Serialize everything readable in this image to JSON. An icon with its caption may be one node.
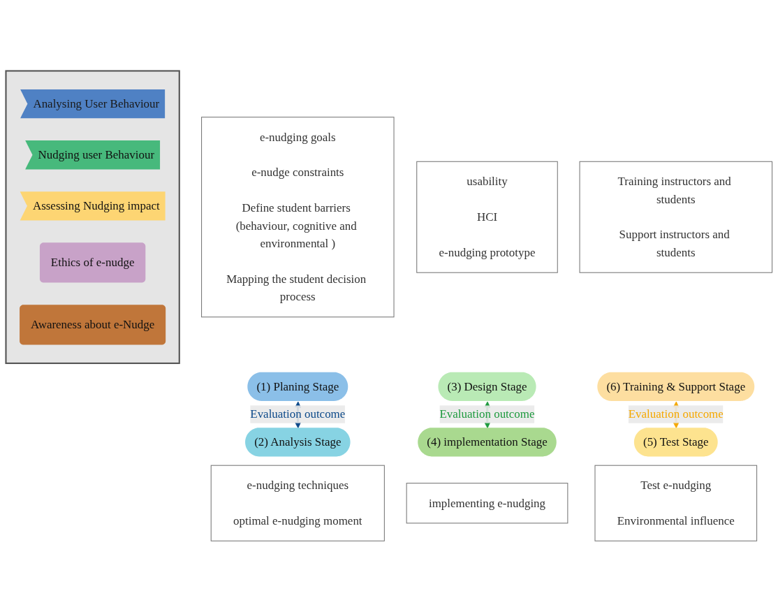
{
  "diagram": {
    "nodes": [
      {
        "text": [
          "(1) Planing Stage"
        ],
        "beside": [
          "e-nudging goals",
          "e-nudge constraints",
          "Define student barriers (behaviour, cognitive and environmental )",
          "Mapping the student decision process"
        ]
      },
      {
        "text": [
          "(2) Analysis Stage"
        ],
        "beside": [
          "e-nudging techniques",
          "optimal e-nudging moment"
        ]
      },
      {
        "text": [
          "(3) Design Stage"
        ],
        "beside": [
          "usability",
          "HCI",
          "e-nudging prototype"
        ]
      },
      {
        "text": [
          "(4) implementation Stage"
        ],
        "beside": [
          "implementing e-nudging"
        ]
      },
      {
        "text": [
          "(5) Test Stage"
        ],
        "beside": [
          "Test e-nudging",
          "Environmental influence"
        ]
      },
      {
        "text": [
          "(6) Training & Support Stage"
        ],
        "beside": [
          "Training instructors and students",
          "Support instructors and students"
        ]
      },
      {
        "text": [],
        "shape": "triangle"
      },
      {
        "text": [
          "Analysing User Behaviour"
        ],
        "in": 6
      },
      {
        "text": [
          "Nudging user Behaviour"
        ],
        "in": 6
      },
      {
        "text": [
          "Assessing Nudging impact"
        ],
        "in": 6
      },
      {
        "text": [
          "Ethics of e-nudge"
        ],
        "in": 6
      },
      {
        "text": [
          "Awareness about e-Nudge"
        ],
        "in": 6
      }
    ],
    "edges": [
      {
        "from": 0,
        "to": 1,
        "arrow": "both",
        "label": "Evaluation outcome",
        "color": "#0d4a8a"
      },
      {
        "from": 2,
        "to": 3,
        "arrow": "both",
        "label": "Evaluation outcome",
        "color": "#1e9a3e"
      },
      {
        "from": 5,
        "to": 4,
        "arrow": "both",
        "label": "Evaluation outcome",
        "color": "#f5a800"
      }
    ]
  }
}
